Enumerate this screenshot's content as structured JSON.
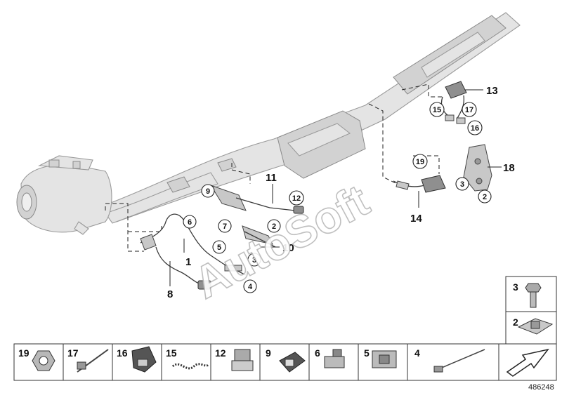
{
  "diagram": {
    "callouts": [
      "1",
      "8",
      "10",
      "11",
      "13",
      "14",
      "18"
    ],
    "circled": [
      "2",
      "3",
      "4",
      "5",
      "6",
      "7",
      "9",
      "12",
      "15",
      "16",
      "17",
      "19"
    ],
    "legend_side": [
      "3",
      "2"
    ],
    "legend_bottom": [
      "19",
      "17",
      "16",
      "15",
      "12",
      "9",
      "6",
      "5",
      "4"
    ],
    "watermark": "AutoSoft",
    "doc_number": "486248"
  }
}
